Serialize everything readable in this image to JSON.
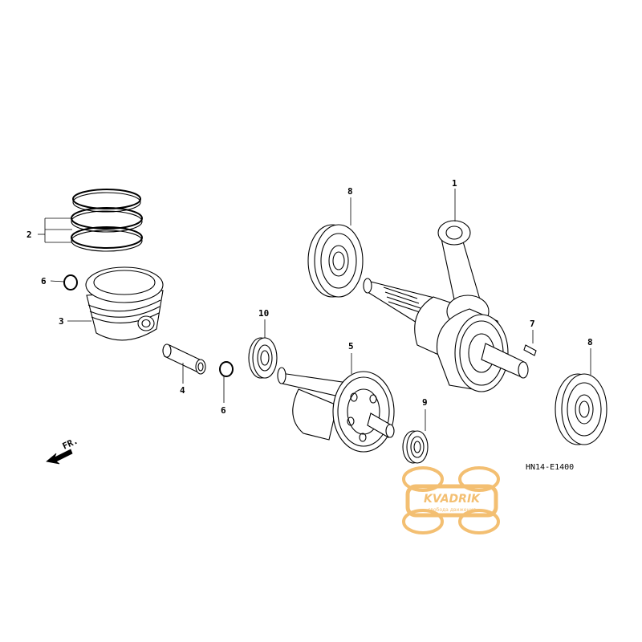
{
  "diagram": {
    "code": "HN14-E1400",
    "front_arrow_label": "FR.",
    "watermark_text": "KVADRIK",
    "watermark_subtext": "свобода движения",
    "watermark_color": "#f2b45a",
    "callouts": {
      "c1": "1",
      "c2": "2",
      "c3": "3",
      "c4": "4",
      "c5": "5",
      "c6a": "6",
      "c6b": "6",
      "c7": "7",
      "c8a": "8",
      "c8b": "8",
      "c9": "9",
      "c10": "10"
    }
  }
}
